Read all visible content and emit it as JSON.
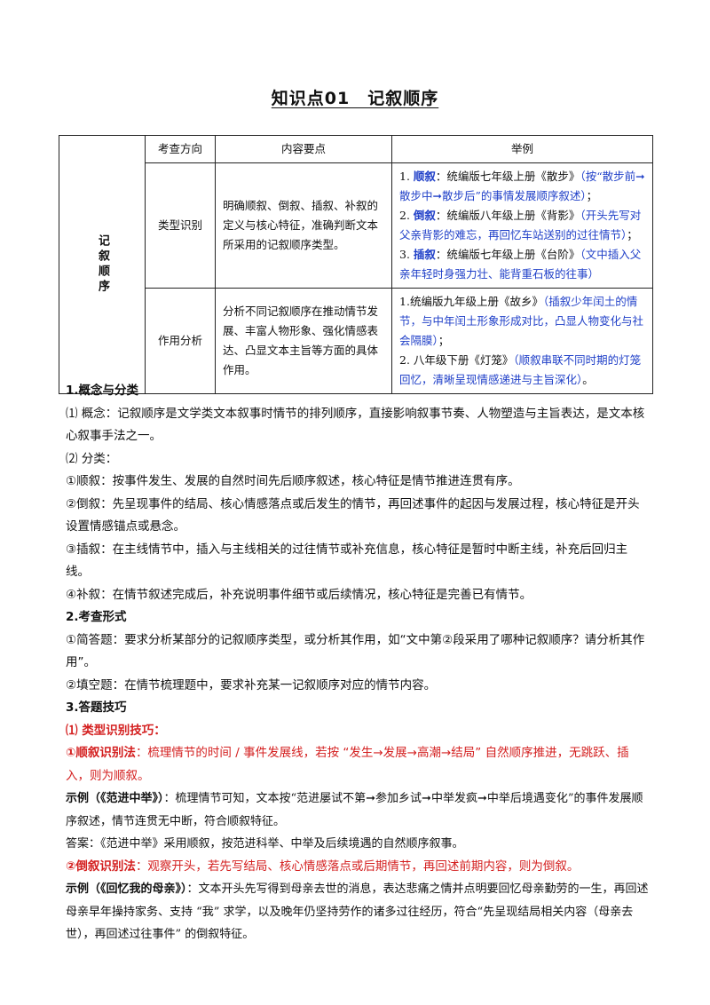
{
  "title": "知识点01　记叙顺序",
  "table": {
    "row_header": "记叙顺序",
    "headers": [
      "考查方向",
      "内容要点",
      "举例"
    ],
    "rows": [
      {
        "direction": "类型识别",
        "content": "明确顺叙、倒叙、插叙、补叙的定义与核心特征，准确判断文本所采用的记叙顺序类型。",
        "examples": [
          {
            "num": "1. ",
            "kw": "顺叙",
            "text": "：统编版七年级上册《散步》",
            "note": "（按“散步前➞散步中➞散步后”的事情发展顺序叙述）",
            "end": "；"
          },
          {
            "num": "2. ",
            "kw": "倒叙",
            "text": "：统编版八年级上册《背影》",
            "note": "（开头先写对父亲背影的难忘，再回忆车站送别的过往情节）",
            "end": "；"
          },
          {
            "num": "3. ",
            "kw": "插叙",
            "text": "：统编版七年级上册《台阶》",
            "note": "（文中插入父亲年轻时身强力壮、能背重石板的往事）",
            "end": ""
          }
        ]
      },
      {
        "direction": "作用分析",
        "content": "分析不同记叙顺序在推动情节发展、丰富人物形象、强化情感表达、凸显文本主旨等方面的具体作用。",
        "examples": [
          {
            "num": "1.",
            "kw": "",
            "text": "统编版九年级上册《故乡》",
            "note": "（插叙少年闰土的情节，与中年闰土形象形成对比，凸显人物变化与社会隔膜）",
            "end": "；"
          },
          {
            "num": "2. ",
            "kw": "",
            "text": "八年级下册《灯笼》",
            "note": "（顺叙串联不同时期的灯笼回忆，清晰呈现情感递进与主旨深化）",
            "end": "。"
          }
        ]
      }
    ]
  },
  "s1": {
    "heading": "1.概念与分类",
    "concept": "⑴ 概念：记叙顺序是文学类文本叙事时情节的排列顺序，直接影响叙事节奏、人物塑造与主旨表达，是文本核心叙事手法之一。",
    "classify": "⑵ 分类：",
    "items": [
      "①顺叙：按事件发生、发展的自然时间先后顺序叙述，核心特征是情节推进连贯有序。",
      "②倒叙：先呈现事件的结局、核心情感落点或后发生的情节，再回述事件的起因与发展过程，核心特征是开头设置情感锚点或悬念。",
      "③插叙：在主线情节中，插入与主线相关的过往情节或补充信息，核心特征是暂时中断主线，补充后回归主线。",
      "④补叙：在情节叙述完成后，补充说明事件细节或后续情况，核心特征是完善已有情节。"
    ]
  },
  "s2": {
    "heading": "2.考查形式",
    "items": [
      "①简答题：要求分析某部分的记叙顺序类型，或分析其作用，如“文中第②段采用了哪种记叙顺序？请分析其作用”。",
      "②填空题：在情节梳理题中，要求补充某一记叙顺序对应的情节内容。"
    ]
  },
  "s3": {
    "heading": "3.答题技巧",
    "sub1": "⑴ 类型识别技巧：",
    "m1_label": "①顺叙识别法",
    "m1_text": "：梳理情节的时间 / 事件发展线，若按 “发生→发展→高潮→结局” 自然顺序推进，无跳跃、插入，则为顺叙。",
    "ex1_label": "示例（《范进中举》）",
    "ex1_text": "：梳理情节可知，文本按“范进屡试不第➞参加乡试➞中举发疯➞中举后境遇变化”的事件发展顺序叙述，情节连贯无中断，符合顺叙特征。",
    "ans1": "答案：《范进中举》采用顺叙，按范进科举、中举及后续境遇的自然顺序叙事。",
    "m2_label": "②倒叙识别法",
    "m2_text": "：观察开头，若先写结局、核心情感落点或后期情节，再回述前期内容，则为倒叙。",
    "ex2_label": "示例（《回忆我的母亲》）",
    "ex2_text": "：文本开头先写得到母亲去世的消息，表达悲痛之情并点明要回忆母亲勤劳的一生，再回述母亲早年操持家务、支持 “我” 求学，以及晚年仍坚持劳作的诸多过往经历，符合“先呈现结局相关内容（母亲去世），再回述过往事件” 的倒叙特征。"
  }
}
